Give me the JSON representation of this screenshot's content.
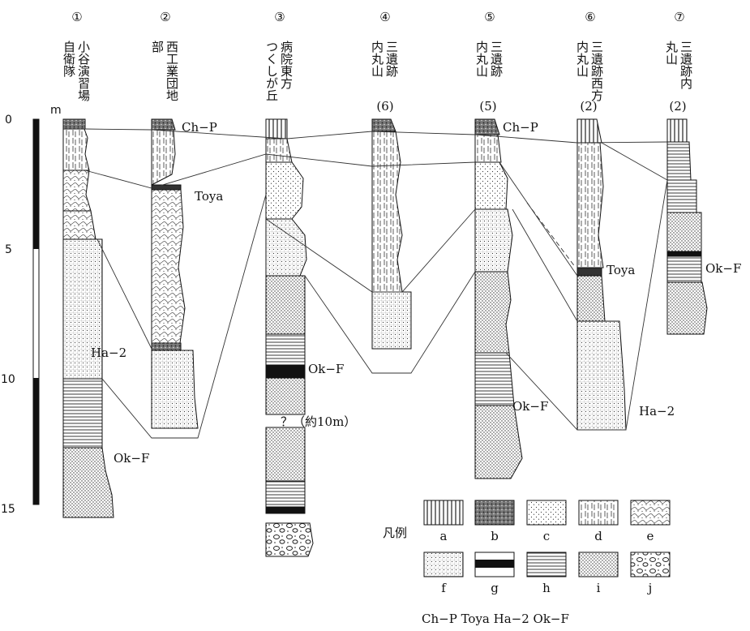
{
  "columns": [
    {
      "num": "①",
      "name_lines": [
        "小谷演習場",
        "自衛隊"
      ]
    },
    {
      "num": "②",
      "name_lines": [
        "西工業団地",
        "部"
      ]
    },
    {
      "num": "③",
      "name_lines": [
        "病院東方",
        "つくしが丘"
      ]
    },
    {
      "num": "④",
      "name_lines": [
        "三遺跡",
        "内丸山"
      ],
      "sub": "(6)"
    },
    {
      "num": "⑤",
      "name_lines": [
        "三遺跡",
        "内丸山"
      ],
      "sub": "(5)"
    },
    {
      "num": "⑥",
      "name_lines": [
        "三遺跡西方",
        "内丸山"
      ],
      "sub": "(2)"
    },
    {
      "num": "⑦",
      "name_lines": [
        "三遺跡内",
        "丸山"
      ],
      "sub": "(2)"
    }
  ],
  "scale": {
    "unit": "m",
    "ticks": [
      "0",
      "5",
      "10",
      "15"
    ]
  },
  "tephra_labels": {
    "chp_1": "Ch−P",
    "chp_2": "Ch−P",
    "toya_1": "Toya",
    "toya_2": "Toya",
    "ha2_1": "Ha−2",
    "ha2_2": "Ha−2",
    "okf_1": "Ok−F",
    "okf_2": "Ok−F",
    "okf_3": "Ok−F",
    "okf_4": "Ok−F"
  },
  "unknown_note": "？（約10m）",
  "legend": {
    "title": "凡例",
    "items": [
      {
        "key": "a",
        "pattern": "vlines"
      },
      {
        "key": "b",
        "pattern": "dark-dots"
      },
      {
        "key": "c",
        "pattern": "fine-dots"
      },
      {
        "key": "d",
        "pattern": "hatch-white"
      },
      {
        "key": "e",
        "pattern": "mottled"
      },
      {
        "key": "f",
        "pattern": "grid-dots"
      },
      {
        "key": "g",
        "pattern": "black-band"
      },
      {
        "key": "h",
        "pattern": "hlines"
      },
      {
        "key": "i",
        "pattern": "dense-dots"
      },
      {
        "key": "j",
        "pattern": "gravel"
      }
    ],
    "footer": "Ch−P Toya Ha−2 Ok−F"
  }
}
